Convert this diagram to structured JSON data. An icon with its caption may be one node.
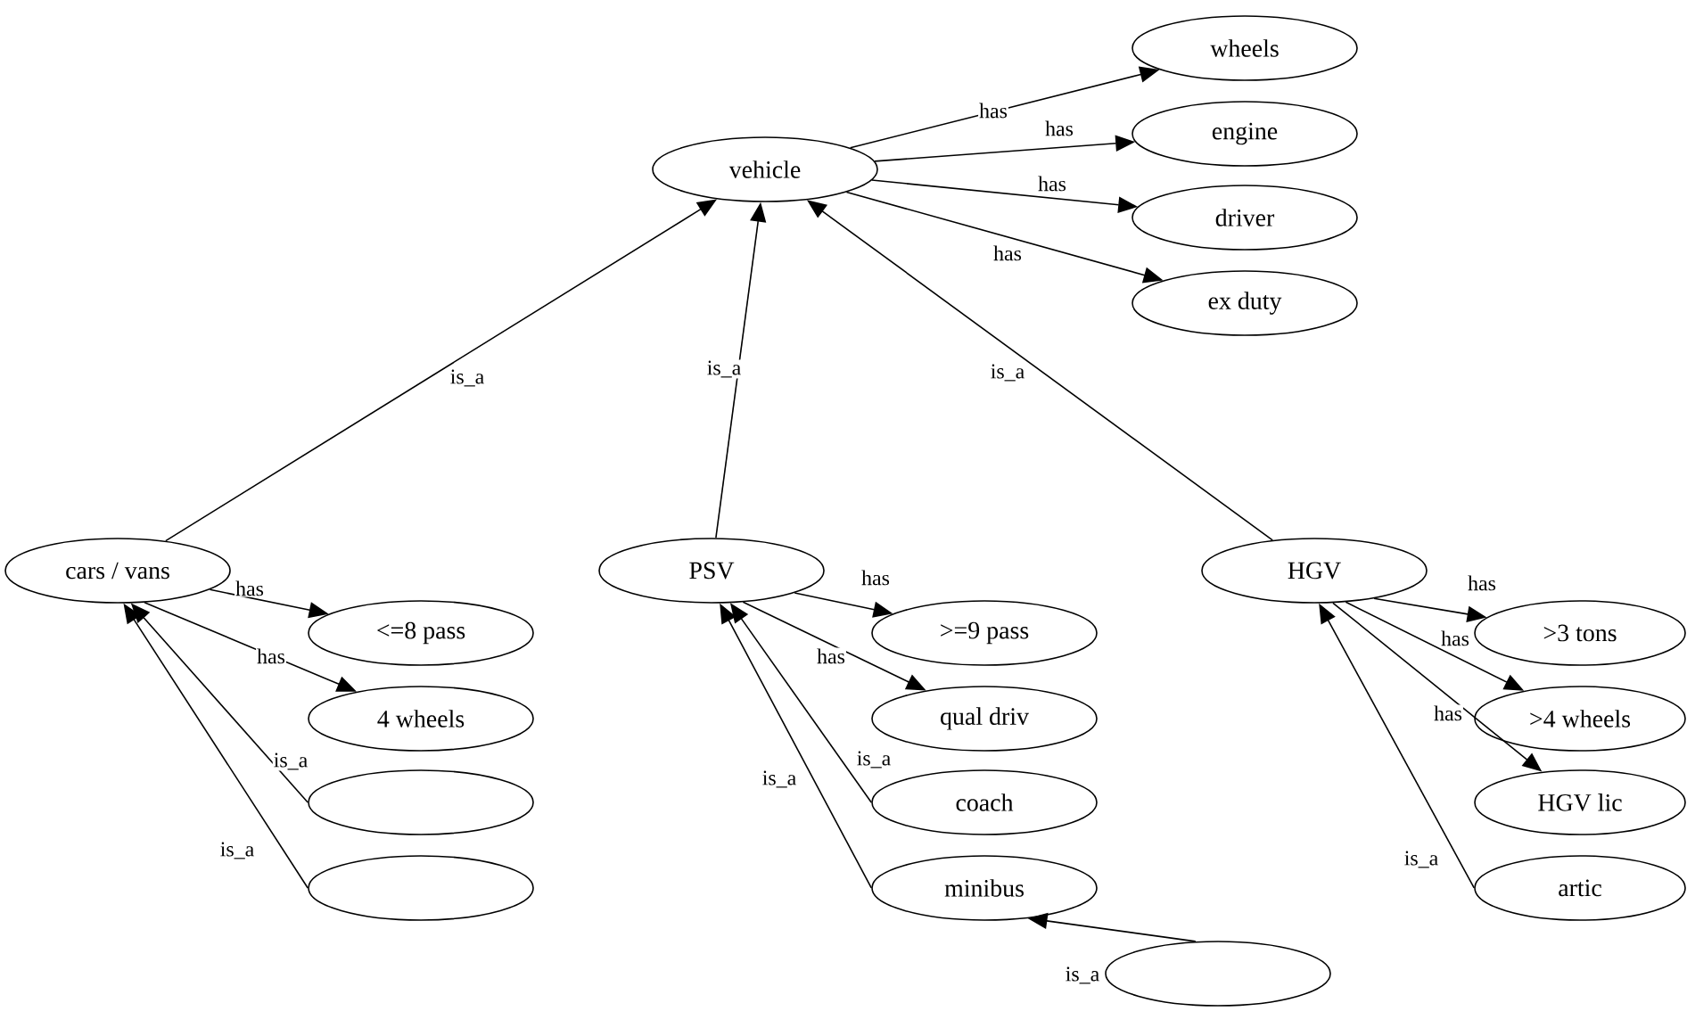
{
  "diagram": {
    "nodes": [
      {
        "text": [
          "vehicle"
        ]
      },
      {
        "text": [
          "wheels"
        ]
      },
      {
        "text": [
          "engine"
        ]
      },
      {
        "text": [
          "driver"
        ]
      },
      {
        "text": [
          "ex duty"
        ]
      },
      {
        "text": [
          "cars / vans"
        ]
      },
      {
        "text": [
          "<=8 pass"
        ]
      },
      {
        "text": [
          "4 wheels"
        ]
      },
      {
        "text": [],
        "shape": "ellipse"
      },
      {
        "text": [],
        "shape": "ellipse"
      },
      {
        "text": [
          "PSV"
        ]
      },
      {
        "text": [
          ">=9 pass"
        ]
      },
      {
        "text": [
          "qual driv"
        ]
      },
      {
        "text": [
          "coach"
        ]
      },
      {
        "text": [
          "minibus"
        ]
      },
      {
        "text": [],
        "shape": "ellipse"
      },
      {
        "text": [
          "HGV"
        ]
      },
      {
        "text": [
          ">3 tons"
        ]
      },
      {
        "text": [
          ">4 wheels"
        ]
      },
      {
        "text": [
          "HGV lic"
        ]
      },
      {
        "text": [
          "artic"
        ]
      }
    ],
    "edges": [
      {
        "from": 0,
        "to": 1,
        "arrow": "to",
        "label": "has"
      },
      {
        "from": 0,
        "to": 2,
        "arrow": "to",
        "label": "has"
      },
      {
        "from": 0,
        "to": 3,
        "arrow": "to",
        "label": "has"
      },
      {
        "from": 0,
        "to": 4,
        "arrow": "to",
        "label": "has"
      },
      {
        "from": 5,
        "to": 0,
        "arrow": "to",
        "label": "is_a"
      },
      {
        "from": 10,
        "to": 0,
        "arrow": "to",
        "label": "is_a"
      },
      {
        "from": 16,
        "to": 0,
        "arrow": "to",
        "label": "is_a"
      },
      {
        "from": 5,
        "to": 6,
        "arrow": "to",
        "label": "has"
      },
      {
        "from": 5,
        "to": 7,
        "arrow": "to",
        "label": "has"
      },
      {
        "from": 8,
        "to": 5,
        "arrow": "to",
        "label": "is_a"
      },
      {
        "from": 9,
        "to": 5,
        "arrow": "to",
        "label": "is_a"
      },
      {
        "from": 10,
        "to": 11,
        "arrow": "to",
        "label": "has"
      },
      {
        "from": 10,
        "to": 12,
        "arrow": "to",
        "label": "has"
      },
      {
        "from": 13,
        "to": 10,
        "arrow": "to",
        "label": "is_a"
      },
      {
        "from": 14,
        "to": 10,
        "arrow": "to",
        "label": "is_a"
      },
      {
        "from": 15,
        "to": 14,
        "arrow": "to",
        "label": "is_a"
      },
      {
        "from": 16,
        "to": 17,
        "arrow": "to",
        "label": "has"
      },
      {
        "from": 16,
        "to": 18,
        "arrow": "to",
        "label": "has"
      },
      {
        "from": 16,
        "to": 19,
        "arrow": "to",
        "label": "has"
      },
      {
        "from": 20,
        "to": 16,
        "arrow": "to",
        "label": "is_a"
      }
    ]
  }
}
